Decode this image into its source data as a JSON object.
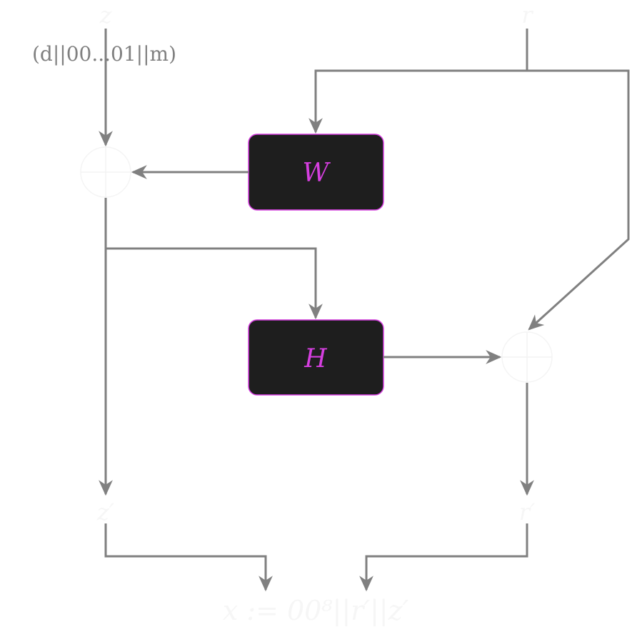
{
  "inputs": {
    "z": "z",
    "r": "r",
    "z_prefix": "(d||00...01||m)"
  },
  "boxes": {
    "w": "W",
    "h": "H"
  },
  "outputs": {
    "z_prime": "z′",
    "r_prime": "r′",
    "result": "x := 00⁸||r′||z′"
  },
  "colors": {
    "line": "#808080",
    "box_fill": "#1e1e1e",
    "box_border": "#d63fe0",
    "faint_text": "#f6f6f6"
  }
}
